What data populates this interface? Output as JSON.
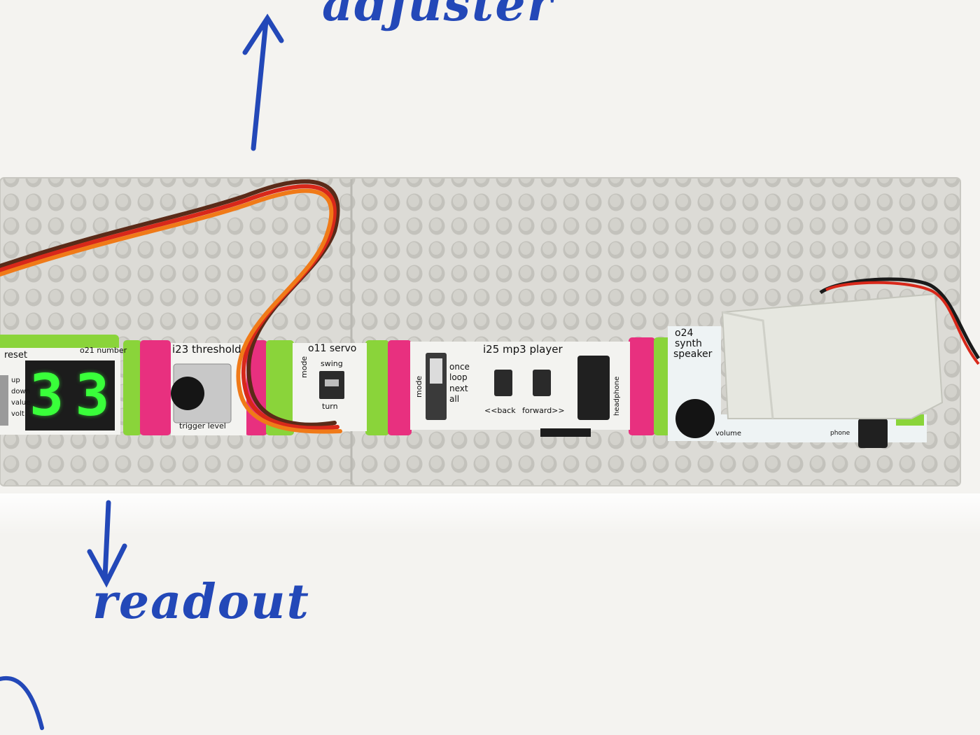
{
  "whiteboard": {
    "adjuster_label": "adjuster",
    "readout_label": "readout"
  },
  "modules": {
    "number": {
      "title": "o21 number",
      "reset_label": "reset",
      "mode_labels": [
        "up",
        "down",
        "value",
        "volt"
      ],
      "display_value": "33"
    },
    "threshold": {
      "title": "i23 threshold",
      "knob_label": "trigger level"
    },
    "servo": {
      "title": "o11 servo",
      "switch_top": "swing",
      "switch_bottom": "turn",
      "switch_side": "mode"
    },
    "mp3_player": {
      "title": "i25 mp3 player",
      "mode_label": "mode",
      "mode_options": [
        "once",
        "loop",
        "next",
        "all"
      ],
      "back_label": "<<back",
      "forward_label": "forward>>",
      "jack_label": "headphone"
    },
    "synth_speaker": {
      "title_line1": "o24",
      "title_line2": "synth",
      "title_line3": "speaker",
      "volume_label": "volume",
      "jack_label": "phone"
    }
  },
  "colors": {
    "whiteboard": "#f4f3f0",
    "marker": "#2348b8",
    "mount_board": "#dcdbd6",
    "bit_green": "#8ad43a",
    "bit_pink": "#e8307f",
    "wire_brown": "#5a2a18",
    "wire_red": "#d8281a",
    "wire_orange": "#f07a18",
    "display_green": "#39ff3a"
  }
}
